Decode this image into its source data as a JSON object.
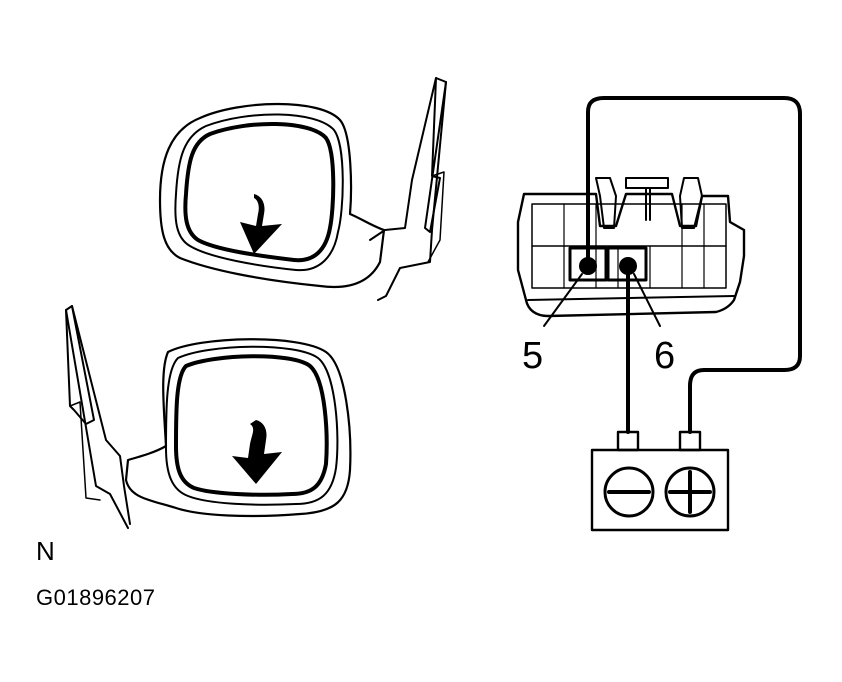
{
  "diagram": {
    "pin_labels": {
      "pin5": "5",
      "pin6": "6"
    },
    "battery": {
      "negative_symbol": "minus-terminal-icon",
      "positive_symbol": "plus-terminal-icon"
    },
    "view_label": "N",
    "figure_code": "G01896207",
    "colors": {
      "line": "#000000",
      "background": "#ffffff"
    }
  }
}
